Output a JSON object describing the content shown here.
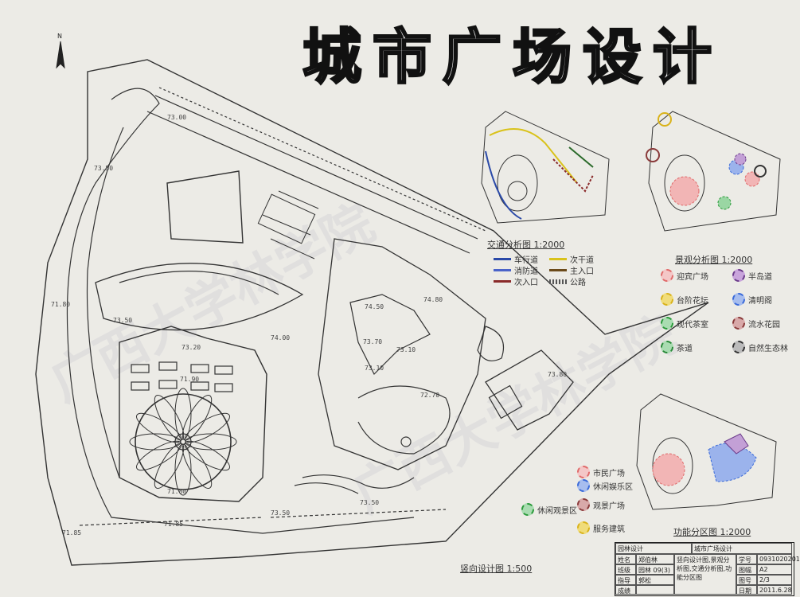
{
  "title": "城市广场设计",
  "north_label": "N",
  "main_plan_label": "竖向设计图 1:500",
  "elevations": [
    "73.00",
    "73.50",
    "71.80",
    "73.50",
    "74.00",
    "73.20",
    "71.90",
    "71.80",
    "74.50",
    "74.80",
    "73.70",
    "73.10",
    "73.10",
    "72.70",
    "73.50",
    "73.80",
    "73.50",
    "71.85",
    "71.85"
  ],
  "traffic": {
    "title": "交通分析图 1:2000",
    "legend": [
      {
        "label": "车行道",
        "color": "#2b4aa8",
        "type": "line"
      },
      {
        "label": "次干道",
        "color": "#d9c21a",
        "type": "line"
      },
      {
        "label": "消防道",
        "color": "#4a63c9",
        "type": "line"
      },
      {
        "label": "主入口",
        "color": "#6b4a1a",
        "type": "arrow"
      },
      {
        "label": "次入口",
        "color": "#8a2a2a",
        "type": "arrow"
      },
      {
        "label": "公路",
        "color": "#555555",
        "type": "hatch"
      }
    ]
  },
  "landscape": {
    "title": "景观分析图 1:2000",
    "legend": [
      {
        "label": "迎宾广场",
        "color": "#e06a6a"
      },
      {
        "label": "半岛道",
        "color": "#6a3a8a"
      },
      {
        "label": "台阶花坛",
        "color": "#d9b21a"
      },
      {
        "label": "清明阁",
        "color": "#3a6ad9"
      },
      {
        "label": "现代茶室",
        "color": "#2a9a3a"
      },
      {
        "label": "流水花园",
        "color": "#8a3a3a"
      },
      {
        "label": "茶道",
        "color": "#2a8a3a"
      },
      {
        "label": "自然生态林",
        "color": "#333333"
      }
    ]
  },
  "function": {
    "title": "功能分区图 1:2000",
    "legend": [
      {
        "label": "市民广场",
        "color": "#e06a6a"
      },
      {
        "label": "休闲娱乐区",
        "color": "#3a6ad9"
      },
      {
        "label": "观景广场",
        "color": "#8a3a3a"
      },
      {
        "label": "休闲观景区",
        "color": "#2a9a3a"
      },
      {
        "label": "服务建筑",
        "color": "#d9b21a"
      }
    ]
  },
  "title_block": {
    "course": "园林设计",
    "project": "城市广场设计",
    "name_label": "姓名",
    "name_value": "郑伯林",
    "class_label": "班级",
    "class_value": "园林 09(3)",
    "advisor_label": "指导",
    "advisor_value": "郭松",
    "score_label": "成绩",
    "content": "竖向设计图,景观分析图,交通分析图,功能分区图",
    "id_label": "学号",
    "id_value": "0931020201",
    "sheet_label": "图幅",
    "sheet_value": "A2",
    "page_label": "图号",
    "page_value": "2/3",
    "date_label": "日期",
    "date_value": "2011.6.28"
  },
  "watermark": "广西大学林学院"
}
